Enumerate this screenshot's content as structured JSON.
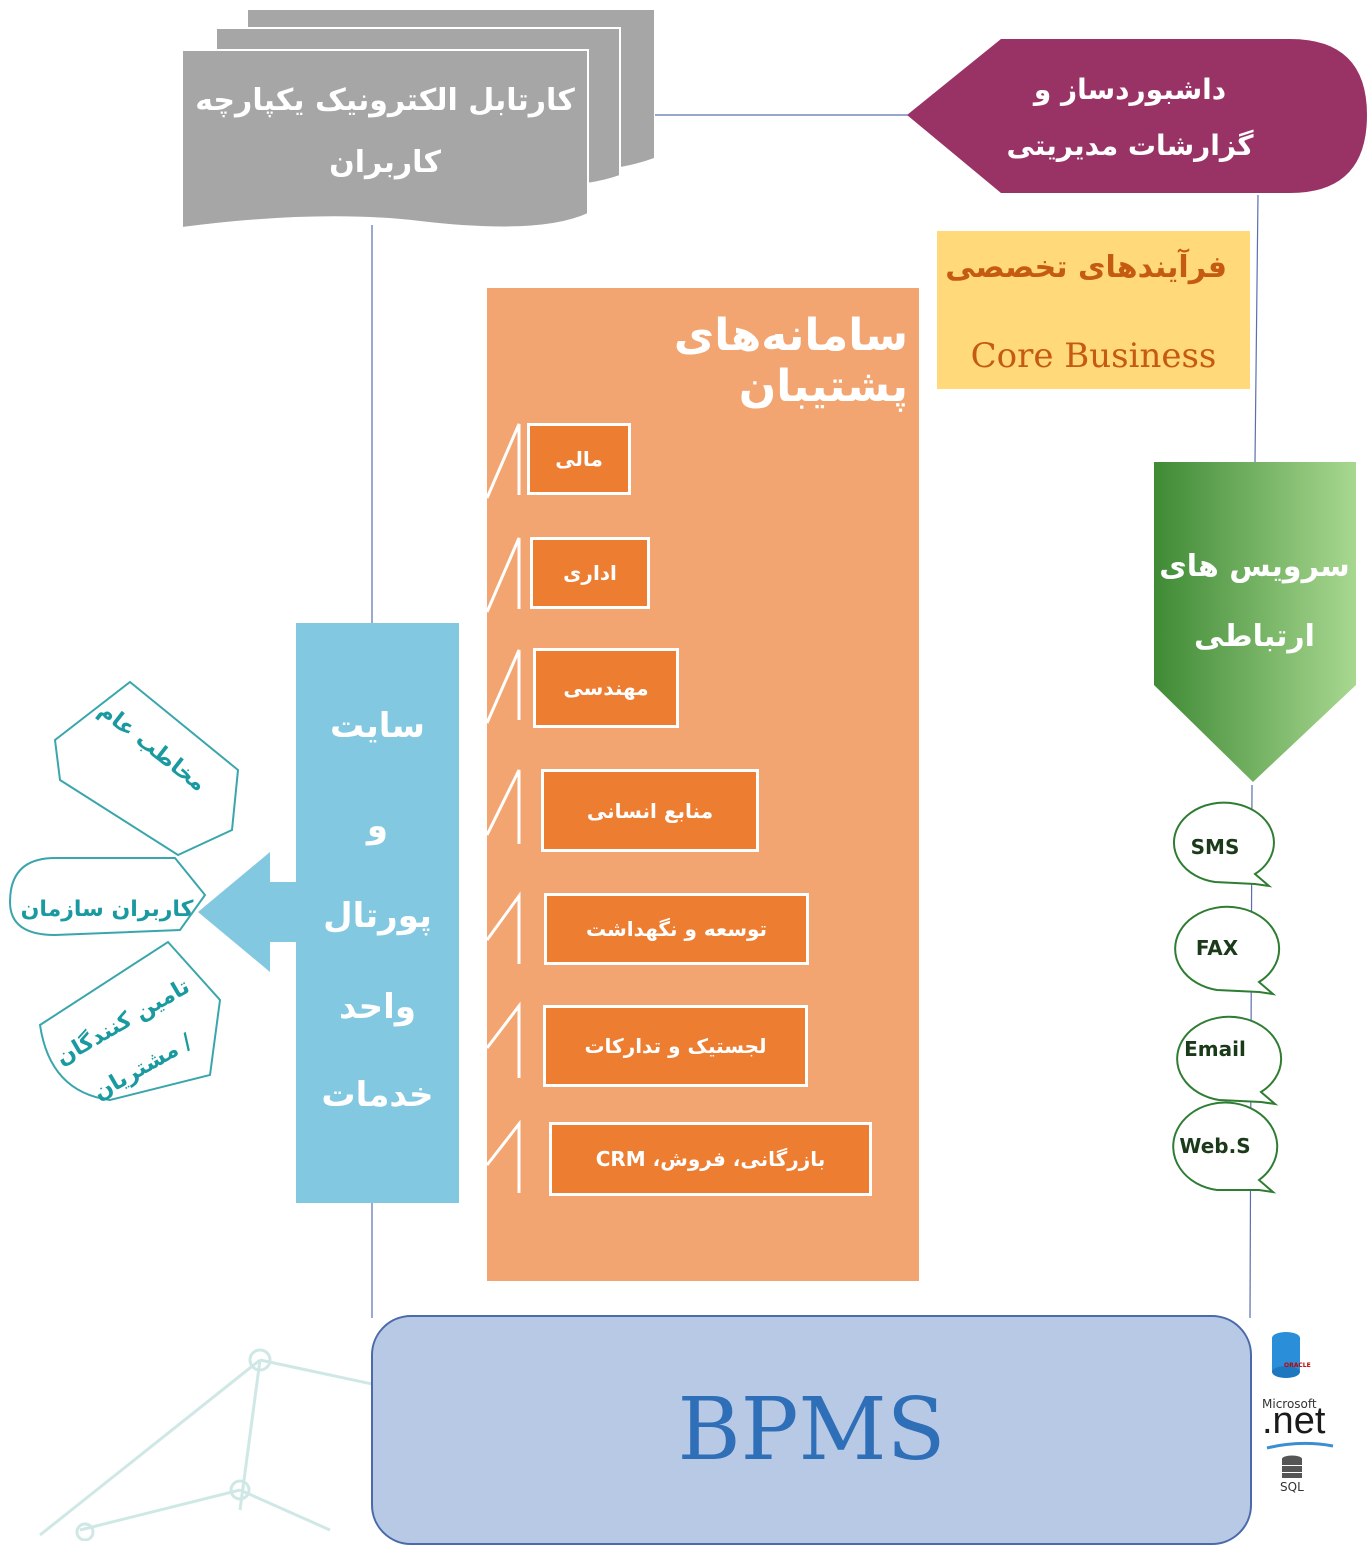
{
  "kartabl": {
    "line1": "کارتابل الکترونیک یکپارچه",
    "line2": "کاربران"
  },
  "dashboard": {
    "line1": "داشبوردساز و",
    "line2": "گزارشات مدیریتی"
  },
  "core_business": {
    "title_fa": "فرآیندهای تخصصی",
    "title_en": "Core Business"
  },
  "support_systems": {
    "title": "سامانه‌های  پشتیبان",
    "items": [
      "مالی",
      "اداری",
      "مهندسی",
      "منابع انسانی",
      "توسعه و نگهداشت",
      "لجستیک و تدارکات",
      "بازرگانی، فروش، CRM"
    ]
  },
  "communication": {
    "line1": "سرویس های",
    "line2": "ارتباطی"
  },
  "channels": [
    "SMS",
    "FAX",
    "Email",
    "Web.S"
  ],
  "portal": {
    "lines": [
      "سایت",
      "و",
      "پورتال",
      "واحد",
      "خدمات"
    ]
  },
  "audiences": {
    "public": "مخاطب عام",
    "org_users": "کاربران سازمان",
    "suppliers_line1": "تامین  کنندگان",
    "suppliers_line2": "/ مشتریان"
  },
  "bpms": {
    "label": "BPMS"
  },
  "tech": {
    "oracle": "ORACLE",
    "microsoft": "Microsoft",
    "net": ".net",
    "sql": "SQL"
  },
  "colors": {
    "support": "#f2a570",
    "support_item": "#ed7d31",
    "core": "#ffd97a",
    "portal": "#82c8e0",
    "dashboard": "#993366",
    "comm_green": "#4a9a3a",
    "bpms": "#b8c9e6"
  }
}
